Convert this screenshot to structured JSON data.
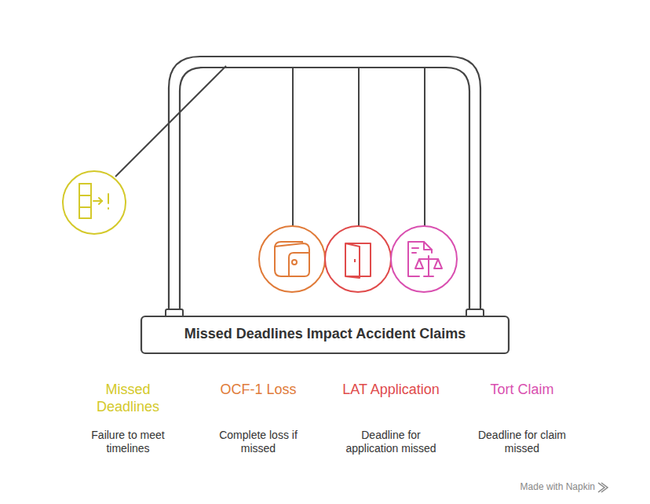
{
  "diagram": {
    "title": "Missed Deadlines Impact Accident Claims",
    "labels": [
      "Missed Deadlines",
      "Failure to meet timelines",
      "OCF-1 Loss",
      "Complete loss if missed",
      "LAT Application",
      "Deadline for application missed",
      "Tort Claim",
      "Deadline for claim missed",
      "Made with Napkin"
    ]
  }
}
